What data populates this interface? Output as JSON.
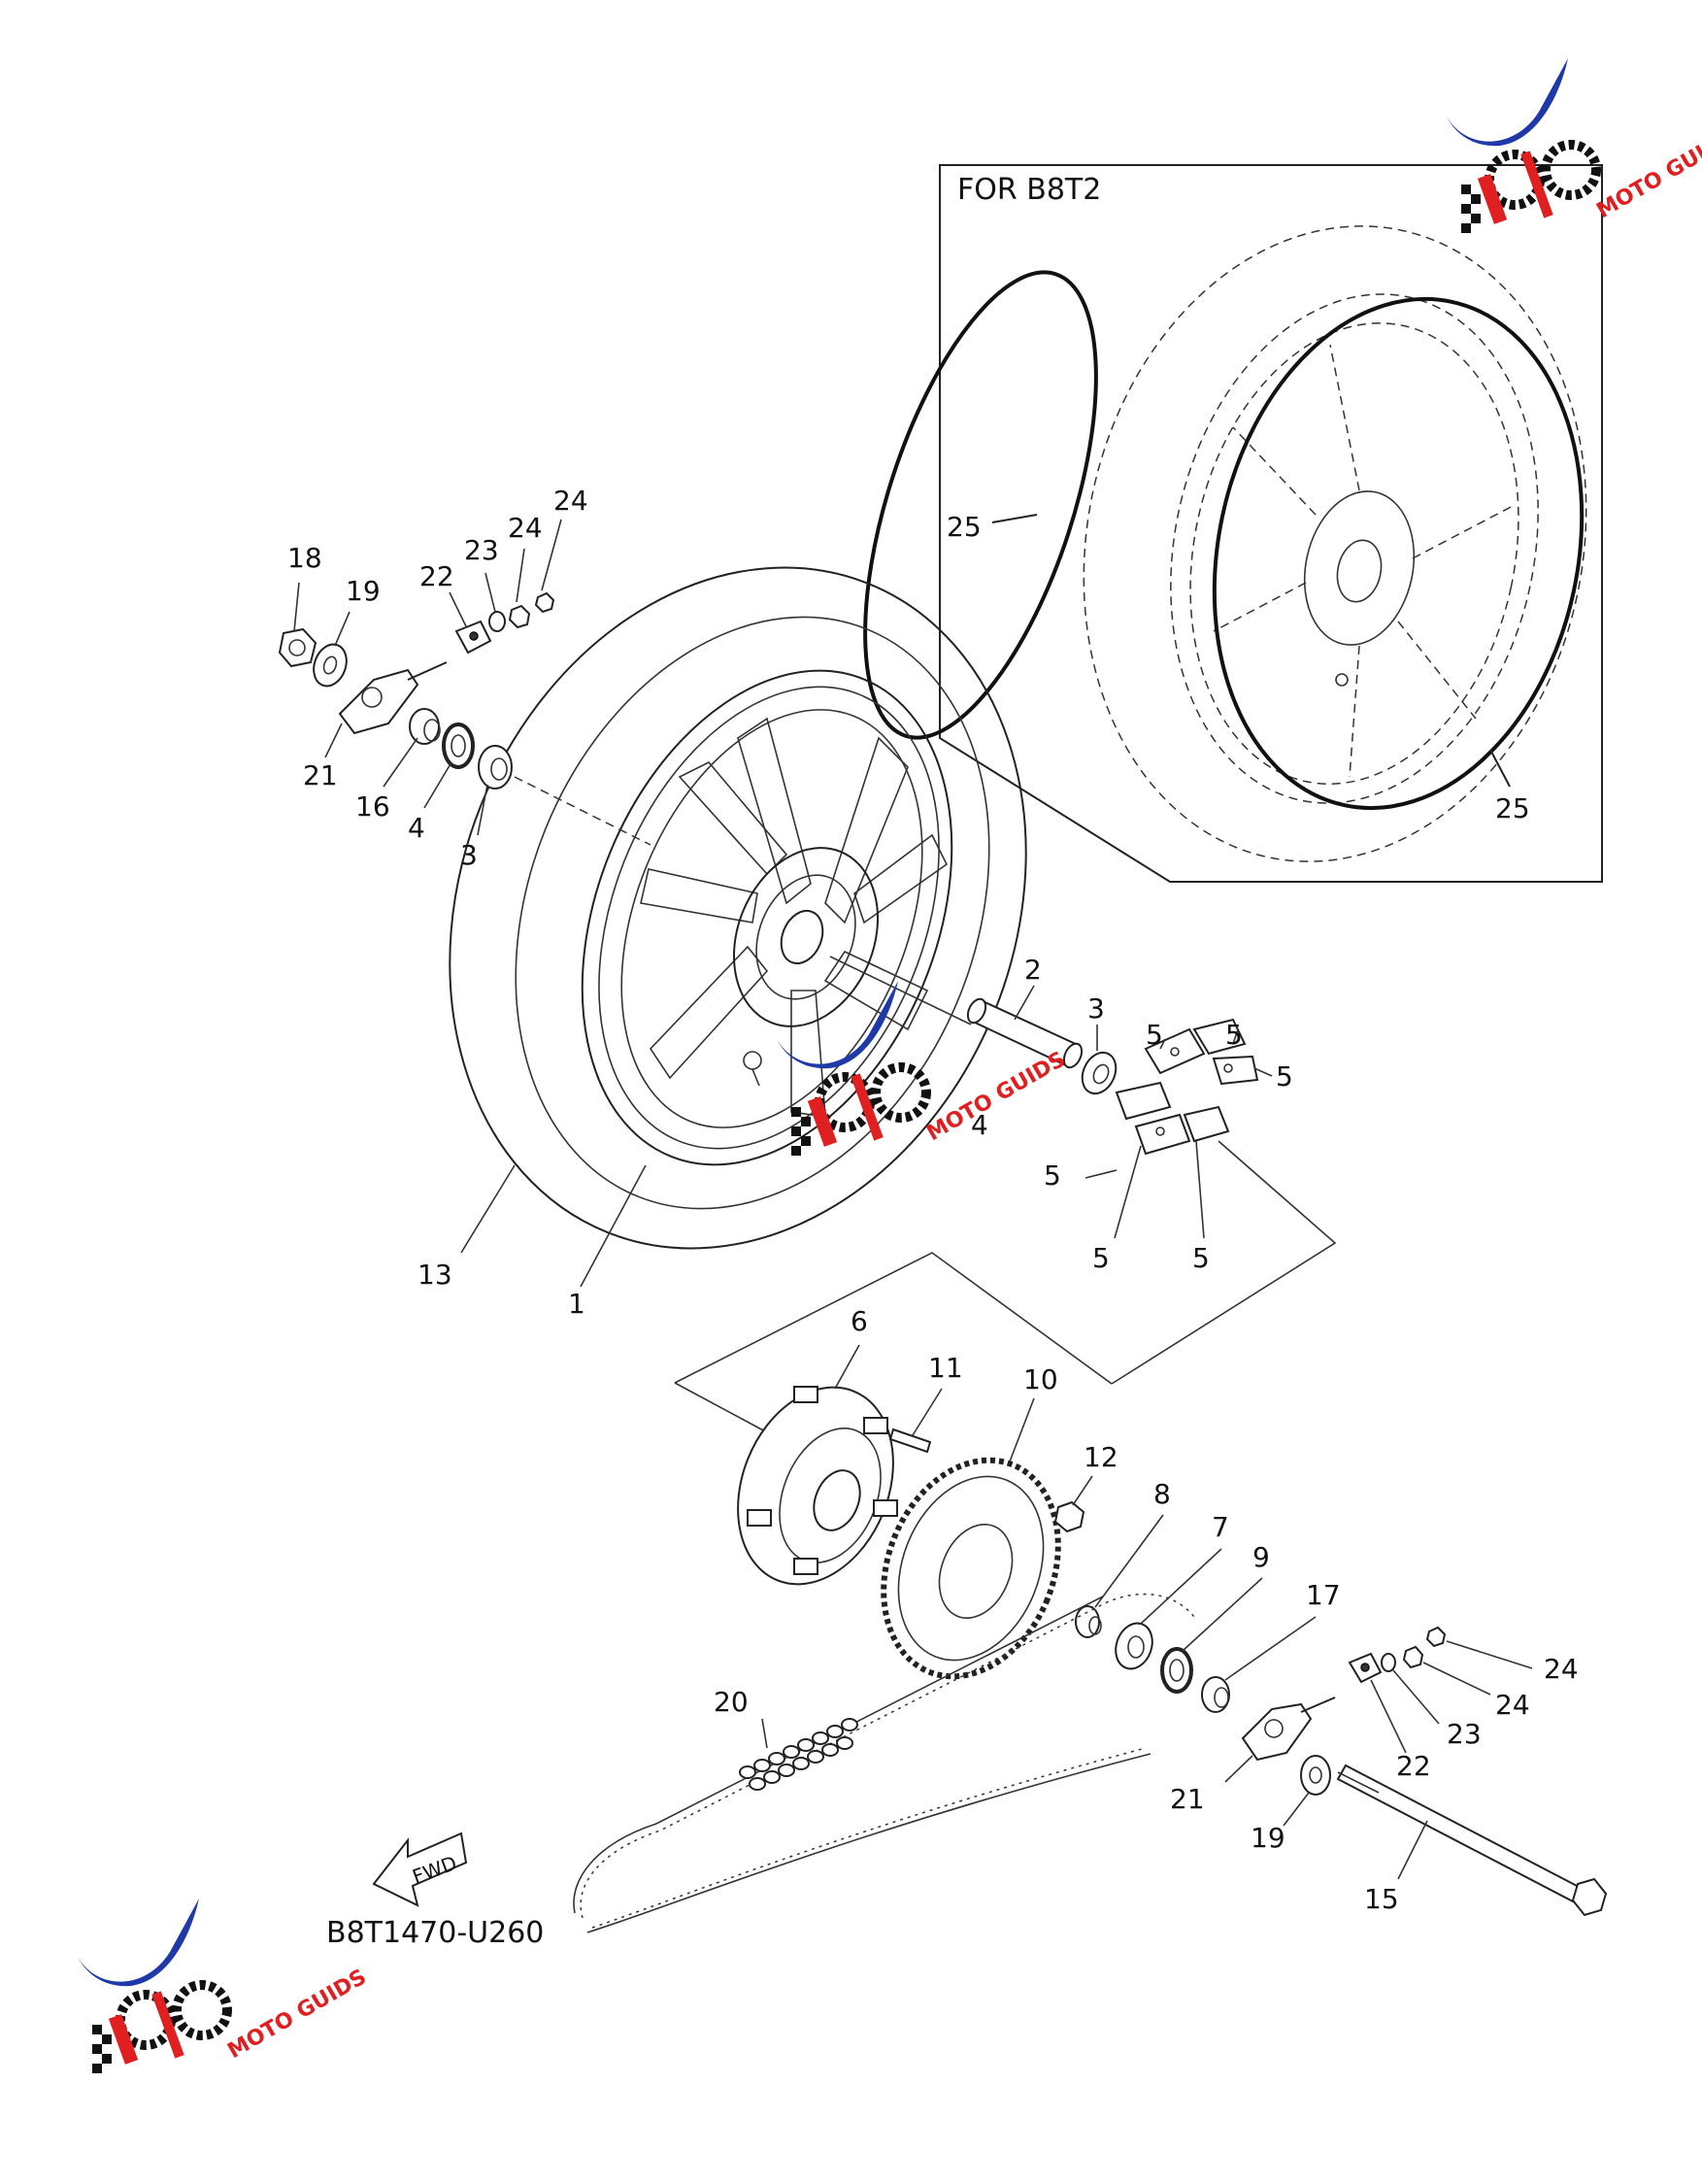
{
  "inset_title": "FOR B8T2",
  "diagram_code": "B8T1470-U260",
  "fwd_label": "FWD",
  "logo": {
    "name": "MOTO GUIDS",
    "color_red": "#e02020",
    "color_blue": "#1f3aa8",
    "color_dark": "#111111"
  },
  "callouts": [
    {
      "id": "c18",
      "text": "18"
    },
    {
      "id": "c19a",
      "text": "19"
    },
    {
      "id": "c22a",
      "text": "22"
    },
    {
      "id": "c23a",
      "text": "23"
    },
    {
      "id": "c24a",
      "text": "24"
    },
    {
      "id": "c24b",
      "text": "24"
    },
    {
      "id": "c21a",
      "text": "21"
    },
    {
      "id": "c16",
      "text": "16"
    },
    {
      "id": "c4a",
      "text": "4"
    },
    {
      "id": "c3a",
      "text": "3"
    },
    {
      "id": "c25a",
      "text": "25"
    },
    {
      "id": "c25b",
      "text": "25"
    },
    {
      "id": "c2",
      "text": "2"
    },
    {
      "id": "c3b",
      "text": "3"
    },
    {
      "id": "c5a",
      "text": "5"
    },
    {
      "id": "c5b",
      "text": "5"
    },
    {
      "id": "c5c",
      "text": "5"
    },
    {
      "id": "c5d",
      "text": "5"
    },
    {
      "id": "c5e",
      "text": "5"
    },
    {
      "id": "c5f",
      "text": "5"
    },
    {
      "id": "c4b",
      "text": "4"
    },
    {
      "id": "c13",
      "text": "13"
    },
    {
      "id": "c1",
      "text": "1"
    },
    {
      "id": "c6",
      "text": "6"
    },
    {
      "id": "c11",
      "text": "11"
    },
    {
      "id": "c10",
      "text": "10"
    },
    {
      "id": "c12",
      "text": "12"
    },
    {
      "id": "c8",
      "text": "8"
    },
    {
      "id": "c7",
      "text": "7"
    },
    {
      "id": "c9",
      "text": "9"
    },
    {
      "id": "c17",
      "text": "17"
    },
    {
      "id": "c24c",
      "text": "24"
    },
    {
      "id": "c24d",
      "text": "24"
    },
    {
      "id": "c23b",
      "text": "23"
    },
    {
      "id": "c22b",
      "text": "22"
    },
    {
      "id": "c20",
      "text": "20"
    },
    {
      "id": "c21b",
      "text": "21"
    },
    {
      "id": "c19b",
      "text": "19"
    },
    {
      "id": "c15",
      "text": "15"
    }
  ]
}
